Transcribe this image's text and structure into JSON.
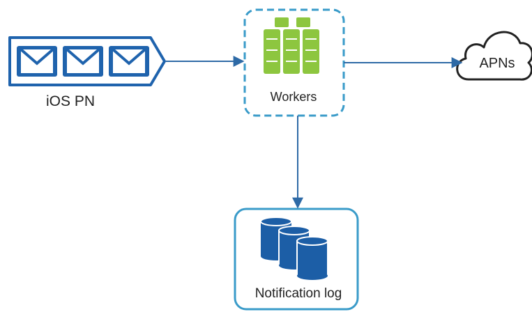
{
  "nodes": {
    "ios_pn": {
      "label": "iOS PN",
      "icon": "envelope-queue-icon"
    },
    "workers": {
      "label": "Workers",
      "icon": "server-rack-icon"
    },
    "apns": {
      "label": "APNs",
      "icon": "cloud-icon"
    },
    "notification_log": {
      "label": "Notification log",
      "icon": "database-icon"
    }
  },
  "edges": [
    {
      "from": "ios_pn",
      "to": "workers"
    },
    {
      "from": "workers",
      "to": "apns"
    },
    {
      "from": "workers",
      "to": "notification_log"
    }
  ],
  "colors": {
    "queue_blue": "#1f63ad",
    "worker_green": "#8dc63f",
    "border_blue": "#3a9bc9",
    "arrow": "#2e6aa6",
    "db_blue": "#1c5ea6",
    "cloud_stroke": "#222222"
  }
}
